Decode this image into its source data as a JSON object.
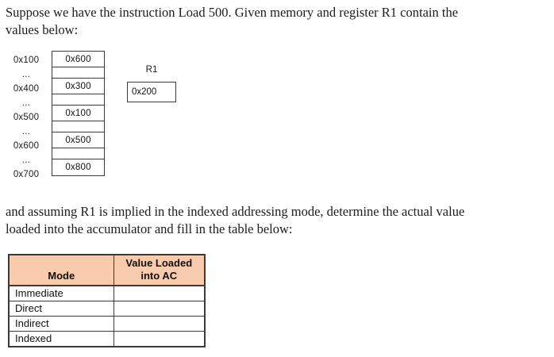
{
  "paragraphs": {
    "intro": "Suppose we have the instruction Load 500. Given memory and register R1 contain the\nvalues below:",
    "question": "and assuming R1 is implied in the indexed addressing mode, determine the actual value\nloaded into the accumulator and fill in the table below:"
  },
  "memory": {
    "rows": [
      {
        "address": "0x100",
        "value": "0x600"
      },
      {
        "address": "...",
        "value": ""
      },
      {
        "address": "0x400",
        "value": "0x300"
      },
      {
        "address": "...",
        "value": ""
      },
      {
        "address": "0x500",
        "value": "0x100"
      },
      {
        "address": "...",
        "value": ""
      },
      {
        "address": "0x600",
        "value": "0x500"
      },
      {
        "address": "...",
        "value": ""
      },
      {
        "address": "0x700",
        "value": "0x800"
      }
    ]
  },
  "register": {
    "label": "R1",
    "value": "0x200"
  },
  "table": {
    "mode_header": "Mode",
    "value_header": "Value Loaded\ninto AC",
    "header_bg": "#F8CBAD",
    "rows": [
      {
        "mode": "Immediate",
        "value": ""
      },
      {
        "mode": "Direct",
        "value": ""
      },
      {
        "mode": "Indirect",
        "value": ""
      },
      {
        "mode": "Indexed",
        "value": ""
      }
    ]
  }
}
